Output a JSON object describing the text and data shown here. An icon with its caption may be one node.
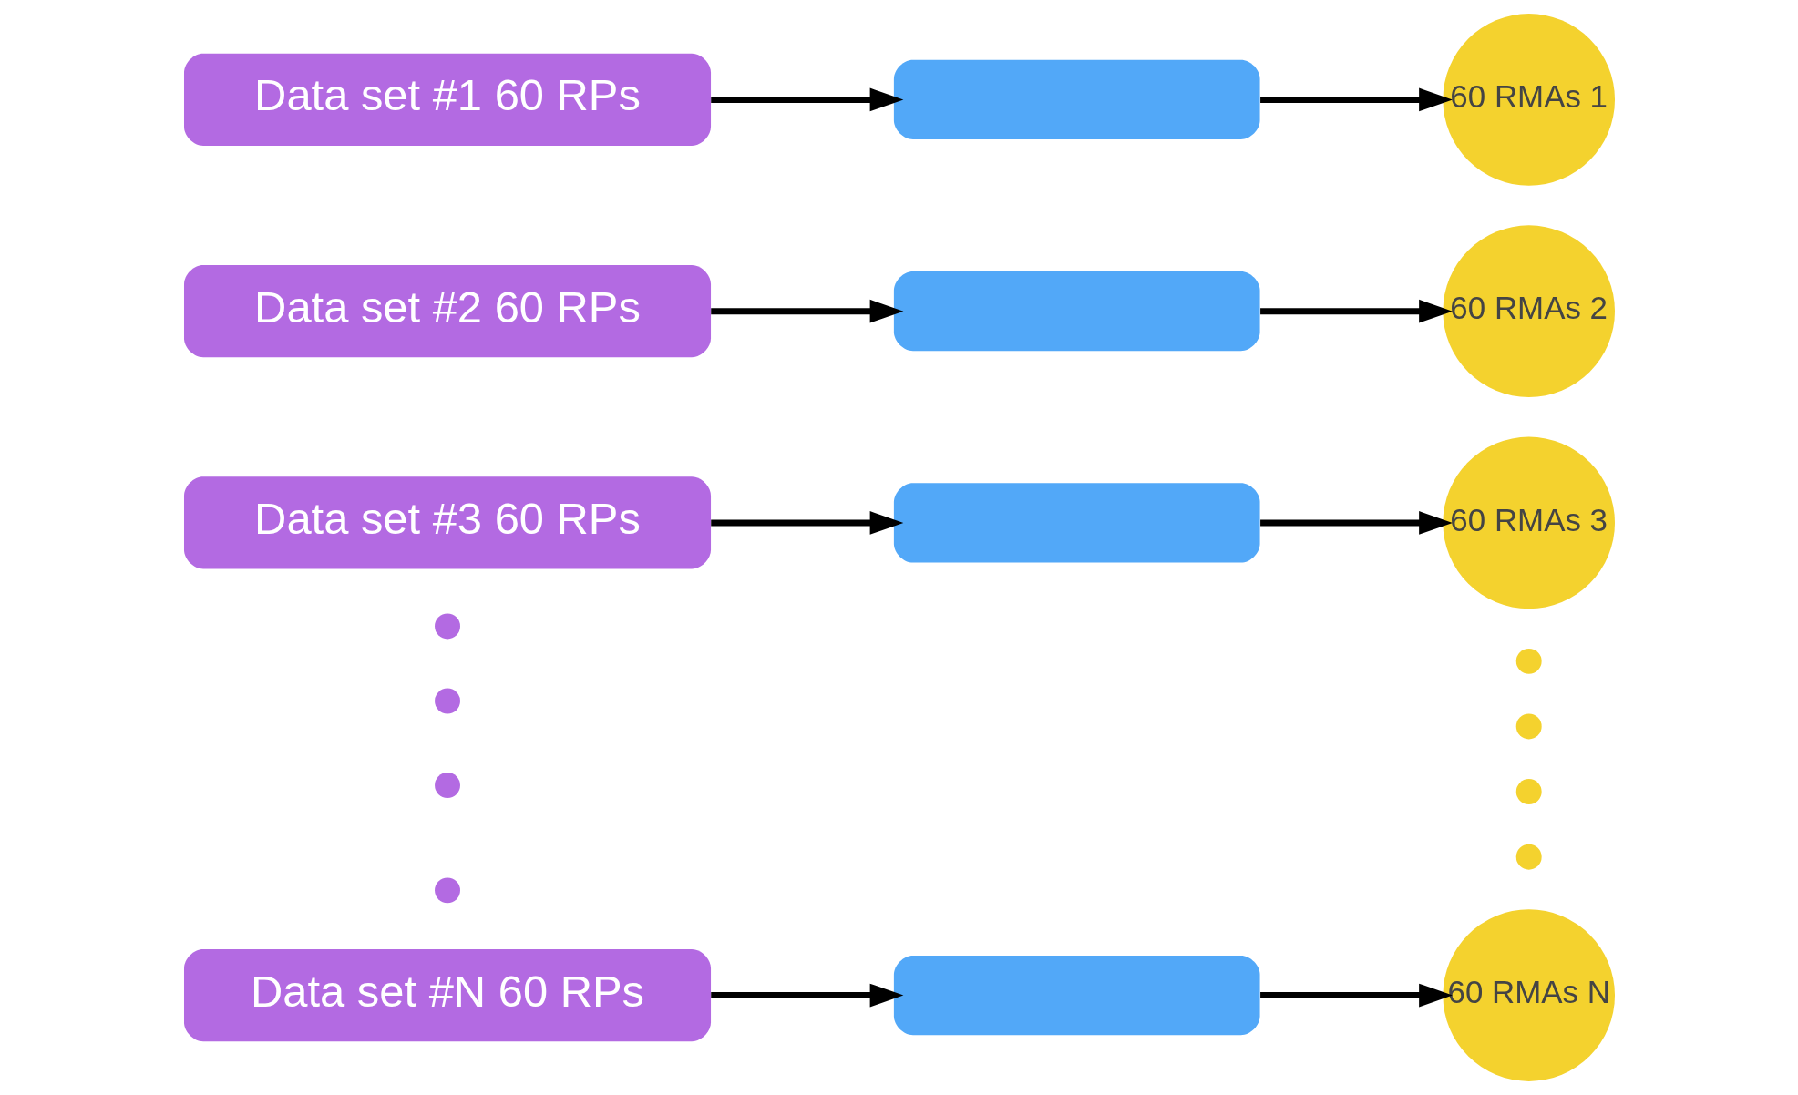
{
  "diagram": {
    "nodes": [
      {
        "text": [
          "Data set #1 60 RPs"
        ]
      },
      {
        "text": [],
        "shape": "box"
      },
      {
        "text": [
          "60 RMAs 1"
        ]
      },
      {
        "text": [
          "Data set #2 60 RPs"
        ]
      },
      {
        "text": [],
        "shape": "box"
      },
      {
        "text": [
          "60 RMAs 2"
        ]
      },
      {
        "text": [
          "Data set #3 60 RPs"
        ]
      },
      {
        "text": [],
        "shape": "box"
      },
      {
        "text": [
          "60 RMAs 3"
        ]
      },
      {
        "text": [],
        "shape": "circle"
      },
      {
        "text": [],
        "shape": "circle"
      },
      {
        "text": [],
        "shape": "circle"
      },
      {
        "text": [],
        "shape": "circle"
      },
      {
        "text": [],
        "shape": "circle"
      },
      {
        "text": [],
        "shape": "circle"
      },
      {
        "text": [],
        "shape": "circle"
      },
      {
        "text": [],
        "shape": "circle"
      },
      {
        "text": [
          "Data set #N 60 RPs"
        ]
      },
      {
        "text": [],
        "shape": "box"
      },
      {
        "text": [
          "60 RMAs N"
        ]
      }
    ],
    "edges": [
      {
        "from": 0,
        "to": 1,
        "arrow": "to"
      },
      {
        "from": 1,
        "to": 2,
        "arrow": "to"
      },
      {
        "from": 3,
        "to": 4,
        "arrow": "to"
      },
      {
        "from": 4,
        "to": 5,
        "arrow": "to"
      },
      {
        "from": 6,
        "to": 7,
        "arrow": "to"
      },
      {
        "from": 7,
        "to": 8,
        "arrow": "to"
      },
      {
        "from": 17,
        "to": 18,
        "arrow": "to"
      },
      {
        "from": 18,
        "to": 19,
        "arrow": "to"
      }
    ]
  }
}
